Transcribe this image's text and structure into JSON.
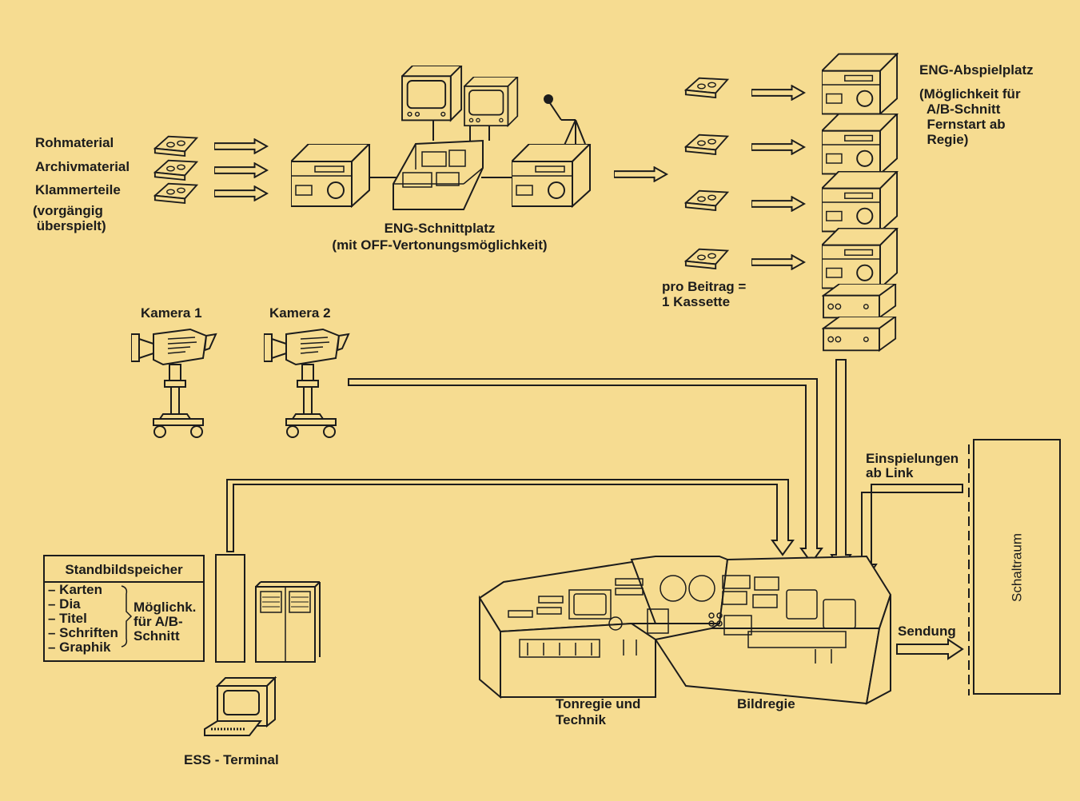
{
  "sources": {
    "items": [
      "Rohmaterial",
      "Archivmaterial",
      "Klammerteile"
    ],
    "note": "(vorgängig\n überspielt)"
  },
  "edit_station": {
    "title": "ENG-Schnittplatz",
    "subtitle": "(mit OFF-Vertonungsmöglichkeit)"
  },
  "playback_station": {
    "title": "ENG-Abspielplatz",
    "note": "(Möglichkeit für\n  A/B-Schnitt\n  Fernstart ab\n  Regie)",
    "per_item": "pro Beitrag =\n1 Kassette"
  },
  "cameras": [
    "Kamera 1",
    "Kamera 2"
  ],
  "link_feed": "Einspielungen\nab Link",
  "output": "Sendung",
  "switch_room": "Schaltraum",
  "still_store": {
    "title": "Standbildspeicher",
    "items": "– Karten\n– Dia\n– Titel\n– Schriften\n– Graphik",
    "note": "Möglichk.\nfür A/B-\nSchnitt"
  },
  "terminal": "ESS - Terminal",
  "control_room": {
    "audio": "Tonregie und\nTechnik",
    "video": "Bildregie"
  },
  "colors": {
    "background": "#f6dc91",
    "ink": "#1c1c1c"
  }
}
